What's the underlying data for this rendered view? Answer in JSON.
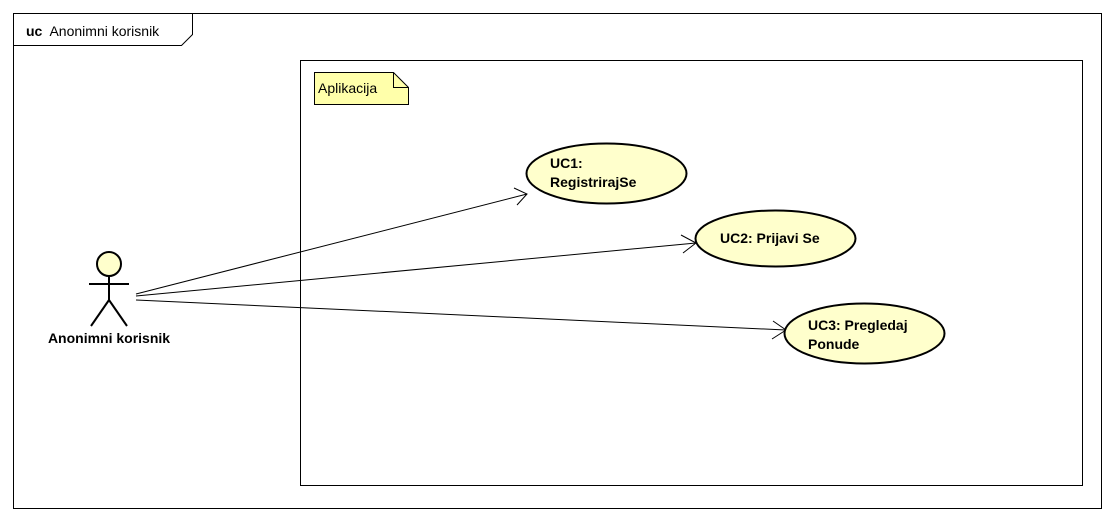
{
  "frame": {
    "keyword": "uc",
    "title": "Anonimni korisnik"
  },
  "system_note": {
    "label": "Aplikacija"
  },
  "actor": {
    "name": "Anonimni korisnik"
  },
  "use_cases": [
    {
      "lines": [
        "UC1:",
        "RegistrirajSe"
      ]
    },
    {
      "lines": [
        "UC2: Prijavi Se"
      ]
    },
    {
      "lines": [
        "UC3: Pregledaj",
        "Ponude"
      ]
    }
  ],
  "colors": {
    "usecase_fill": "#ffffcc",
    "actor_fill": "#ffffcc",
    "note_fill": "#ffffaa",
    "line": "#000000"
  }
}
